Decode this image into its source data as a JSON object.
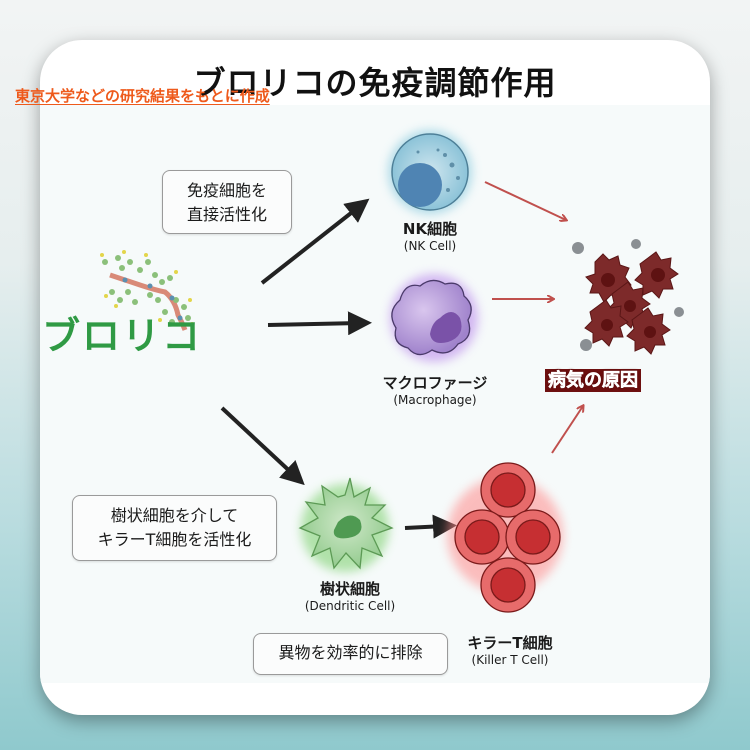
{
  "title": "ブロリコの免疫調節作用",
  "source_note": "東京大学などの研究結果をもとに作成",
  "brand_label": "ブロリコ",
  "notes": {
    "direct": [
      "免疫細胞を",
      "直接活性化"
    ],
    "via_dendritic": [
      "樹状細胞を介して",
      "キラーT細胞を活性化"
    ],
    "eliminate": "異物を効率的に排除"
  },
  "cells": {
    "nk": {
      "jp": "NK細胞",
      "en": "(NK Cell)"
    },
    "macrophage": {
      "jp": "マクロファージ",
      "en": "(Macrophage)"
    },
    "dendritic": {
      "jp": "樹状細胞",
      "en": "(Dendritic Cell)"
    },
    "killer_t": {
      "jp": "キラーT細胞",
      "en": "(Killer T Cell)"
    }
  },
  "target_label": "病気の原因",
  "colors": {
    "brand_green": "#2f9a44",
    "source_orange": "#ee5a1c",
    "attack_arrow": "#c0504d",
    "disease_red": "#7a1e1e"
  }
}
